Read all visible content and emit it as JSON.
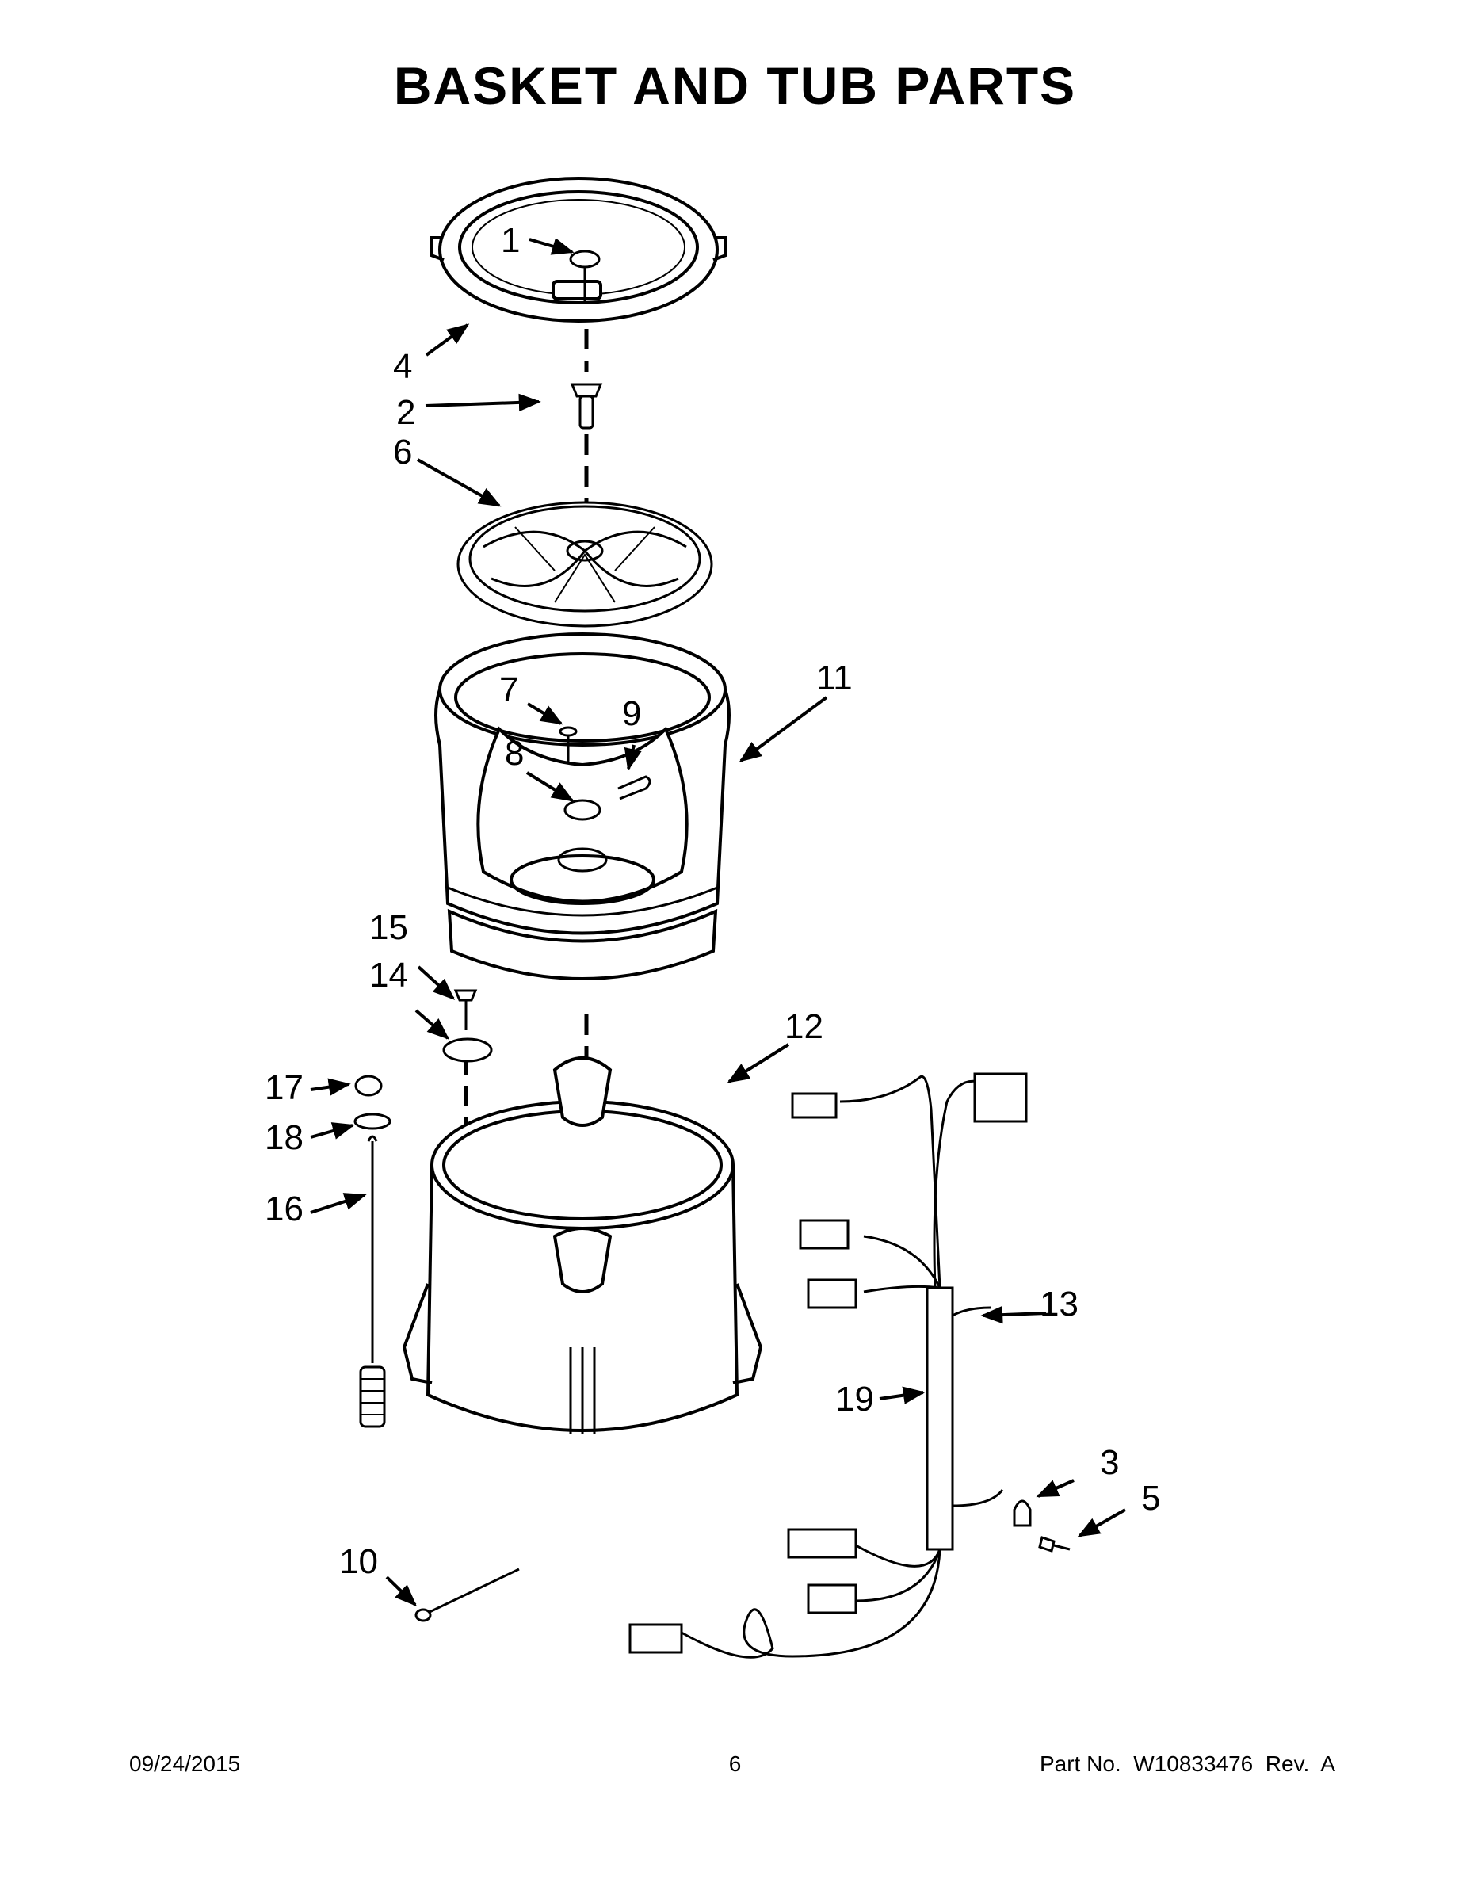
{
  "title": "BASKET AND TUB PARTS",
  "callouts": [
    "1",
    "2",
    "3",
    "4",
    "5",
    "6",
    "7",
    "8",
    "9",
    "10",
    "11",
    "12",
    "13",
    "14",
    "15",
    "16",
    "17",
    "18",
    "19"
  ],
  "footer": {
    "date": "09/24/2015",
    "page": "6",
    "part_no": "Part No.  W10833476  Rev.  A"
  }
}
